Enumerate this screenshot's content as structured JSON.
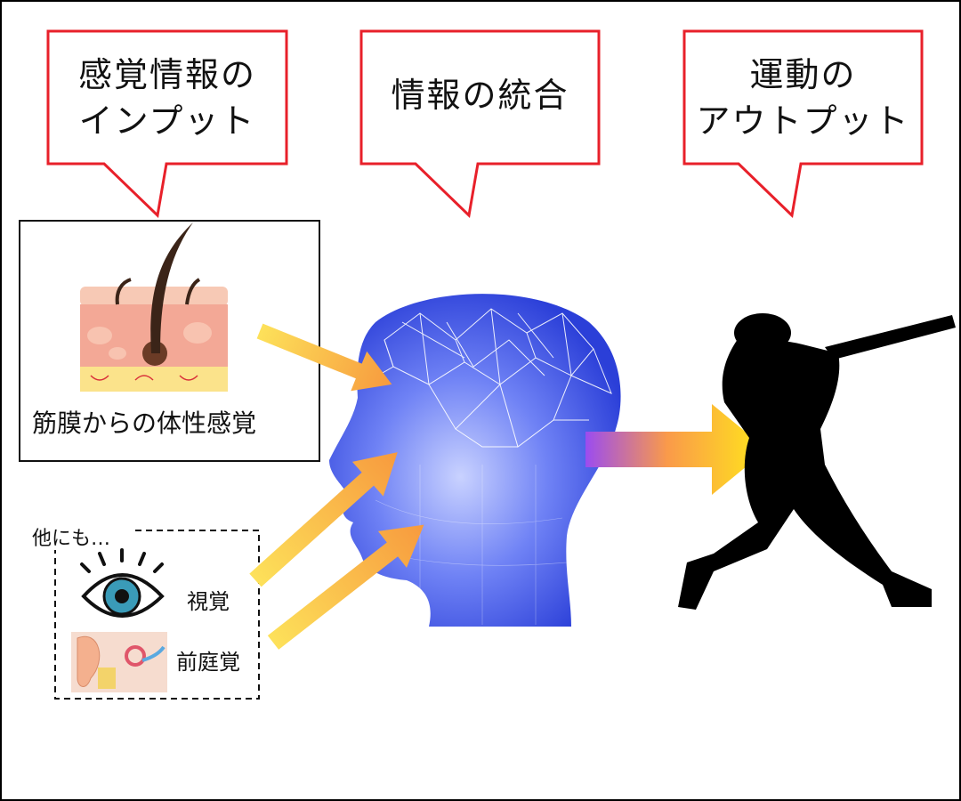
{
  "callouts": {
    "input": {
      "line1": "感覚情報の",
      "line2": "インプット"
    },
    "integration": {
      "line1": "情報の統合"
    },
    "output": {
      "line1": "運動の",
      "line2": "アウトプット"
    }
  },
  "sensory_box": {
    "caption": "筋膜からの体性感覚"
  },
  "other_senses": {
    "title": "他にも…",
    "items": [
      {
        "label": "視覚",
        "icon": "eye-icon"
      },
      {
        "label": "前庭覚",
        "icon": "ear-icon"
      }
    ]
  },
  "colors": {
    "callout_border": "#e8202a",
    "head_blue": "#3a4fe6",
    "arrow_start": "#fde15a",
    "arrow_end": "#f79a3e",
    "output_start": "#9b4cf0",
    "output_end": "#ffe81a"
  }
}
